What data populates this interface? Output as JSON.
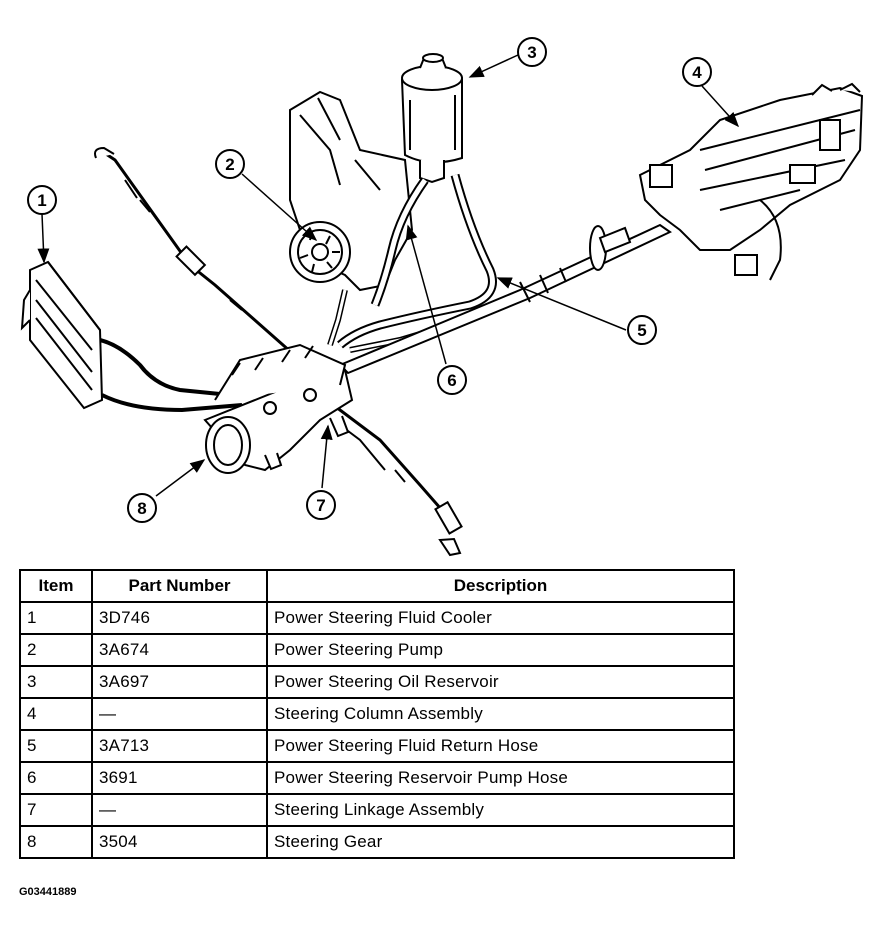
{
  "figure_id": "G03441889",
  "callouts": [
    "1",
    "2",
    "3",
    "4",
    "5",
    "6",
    "7",
    "8"
  ],
  "table": {
    "headers": [
      "Item",
      "Part Number",
      "Description"
    ],
    "rows": [
      {
        "item": "1",
        "part_number": "3D746",
        "description": "Power Steering Fluid Cooler"
      },
      {
        "item": "2",
        "part_number": "3A674",
        "description": "Power Steering Pump"
      },
      {
        "item": "3",
        "part_number": "3A697",
        "description": "Power Steering Oil Reservoir"
      },
      {
        "item": "4",
        "part_number": "—",
        "description": "Steering Column Assembly"
      },
      {
        "item": "5",
        "part_number": "3A713",
        "description": "Power Steering Fluid Return Hose"
      },
      {
        "item": "6",
        "part_number": "3691",
        "description": "Power Steering Reservoir Pump Hose"
      },
      {
        "item": "7",
        "part_number": "—",
        "description": "Steering Linkage Assembly"
      },
      {
        "item": "8",
        "part_number": "3504",
        "description": "Steering Gear"
      }
    ]
  }
}
